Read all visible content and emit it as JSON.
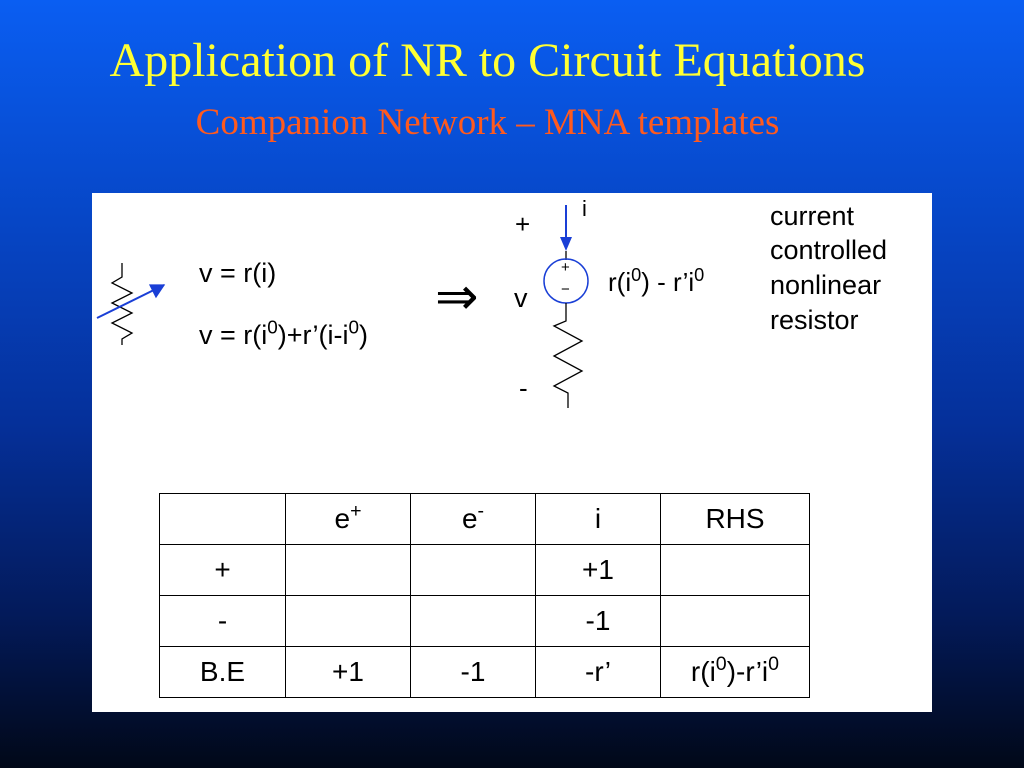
{
  "slide": {
    "title": "Application of NR to Circuit Equations",
    "subtitle": "Companion Network – MNA templates"
  },
  "diagram": {
    "eq1": "v = r(i)",
    "eq2_a": "v = r(i",
    "eq2_b": "0",
    "eq2_c": ")+r’(i-i",
    "eq2_d": "0",
    "eq2_e": ")",
    "implies": "⇒",
    "plus_label": "+",
    "minus_label": "-",
    "v_label": "v",
    "i_label": "i",
    "source_plus": "+",
    "source_minus": "−",
    "source_a": "r(i",
    "source_b": "0",
    "source_c": ") - r’i",
    "source_d": "0",
    "description": [
      "current",
      "controlled",
      "nonlinear",
      "resistor"
    ]
  },
  "table": {
    "headers": [
      "",
      "e",
      "e",
      "i",
      "RHS"
    ],
    "header_sups": [
      "",
      "+",
      "-",
      "",
      ""
    ],
    "rows": [
      [
        "+",
        "",
        "",
        "+1",
        ""
      ],
      [
        "-",
        "",
        "",
        "-1",
        ""
      ],
      [
        "B.E",
        "+1",
        "-1",
        "-r’",
        ""
      ]
    ],
    "rhs_be": {
      "a": "r(i",
      "b": "0",
      "c": ")-r’i",
      "d": "0"
    }
  },
  "colors": {
    "title": "#ffff33",
    "subtitle": "#ff5a1e",
    "arrow_blue": "#1a3fd6"
  }
}
